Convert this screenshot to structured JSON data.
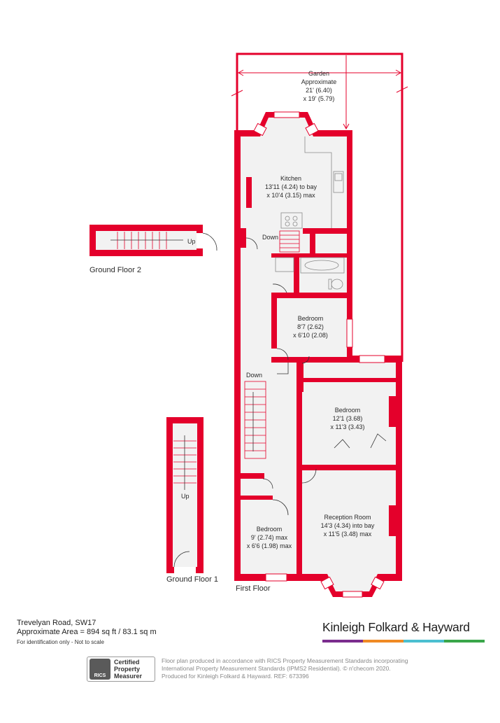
{
  "rooms": {
    "garden": {
      "name": "Garden",
      "line2": "Approximate",
      "line3": "21' (6.40)",
      "line4": "x 19' (5.79)"
    },
    "kitchen": {
      "name": "Kitchen",
      "line2": "13'11 (4.24) to bay",
      "line3": "x 10'4 (3.15) max"
    },
    "bedroom_upper": {
      "name": "Bedroom",
      "line2": "8'7 (2.62)",
      "line3": "x 6'10 (2.08)"
    },
    "bedroom_middle": {
      "name": "Bedroom",
      "line2": "12'1 (3.68)",
      "line3": "x 11'3 (3.43)"
    },
    "reception": {
      "name": "Reception Room",
      "line2": "14'3 (4.34) into bay",
      "line3": "x 11'5 (3.48) max"
    },
    "bedroom_lower": {
      "name": "Bedroom",
      "line2": "9' (2.74) max",
      "line3": "x 6'6 (1.98) max"
    }
  },
  "stairs": {
    "down_top": "Down",
    "down_landing": "Down",
    "up_gf2": "Up",
    "up_gf1": "Up"
  },
  "floors": {
    "ground_floor_2": "Ground Floor 2",
    "ground_floor_1": "Ground Floor 1",
    "first_floor": "First Floor"
  },
  "footer": {
    "address": "Trevelyan Road, SW17",
    "area": "Approximate Area = 894 sq ft / 83.1 sq m",
    "note": "For identification only - Not to scale"
  },
  "brand": {
    "name": "Kinleigh Folkard & Hayward",
    "bar_colors": [
      "#7b2d8e",
      "#f08a24",
      "#4bbfd0",
      "#3aa64a"
    ]
  },
  "rics": {
    "logo_text": "RICS",
    "line1": "Certified",
    "line2": "Property",
    "line3": "Measurer"
  },
  "disclaimer": {
    "line1": "Floor plan produced in accordance with RICS Property Measurement Standards incorporating",
    "line2": "International Property Measurement Standards (IPMS2 Residential).  © n'checom 2020.",
    "line3": "Produced for Kinleigh Folkard & Hayward.   REF: 673396"
  },
  "colors": {
    "wall": "#e4002b",
    "floor": "#f2f2f2",
    "fixtures": "#8a8a8a"
  }
}
